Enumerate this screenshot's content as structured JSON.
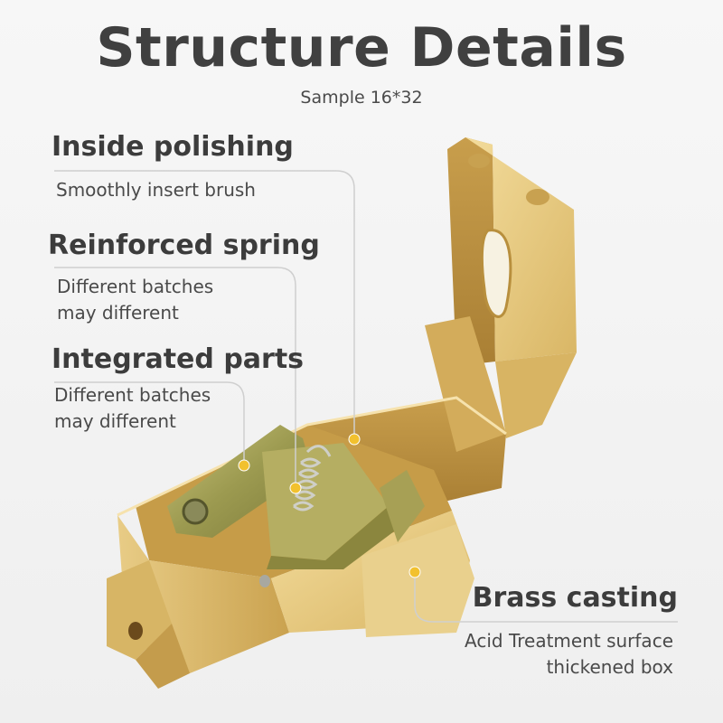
{
  "header": {
    "title": "Structure Details",
    "subtitle": "Sample 16*32"
  },
  "features": [
    {
      "heading": "Inside polishing",
      "lines": [
        "Smoothly insert brush"
      ]
    },
    {
      "heading": "Reinforced spring",
      "lines": [
        "Different batches",
        "may different"
      ]
    },
    {
      "heading": "Integrated parts",
      "lines": [
        "Different batches",
        "may different"
      ]
    },
    {
      "heading": "Brass casting",
      "lines": [
        "Acid Treatment surface",
        "thickened box"
      ]
    }
  ],
  "colors": {
    "brass": "#e3c57c",
    "marker": "#f2c12e",
    "leader": "#cfcfcf"
  }
}
